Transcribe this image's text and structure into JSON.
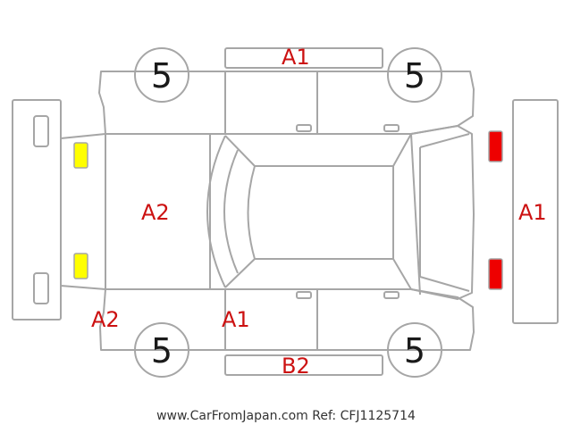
{
  "inspection": {
    "tire_grades": {
      "front_left": "5",
      "front_right": "5",
      "rear_left": "5",
      "rear_right": "5"
    },
    "damage_labels": {
      "roof_top": "A1",
      "bonnet": "A2",
      "front_bumper_corner": "A2",
      "left_front_door": "A1",
      "lower_side_panel": "B2",
      "rear_bumper": "A1"
    },
    "light_marks": {
      "front": "yellow",
      "rear": "red"
    }
  },
  "colors": {
    "outline": "#a6a6a6",
    "label_red": "#cc1111",
    "tire_text": "#1a1a1a",
    "yellow_mark": "#ffff00",
    "red_mark": "#ee0000"
  },
  "footer": {
    "text": "www.CarFromJapan.com Ref: CFJ1125714"
  }
}
